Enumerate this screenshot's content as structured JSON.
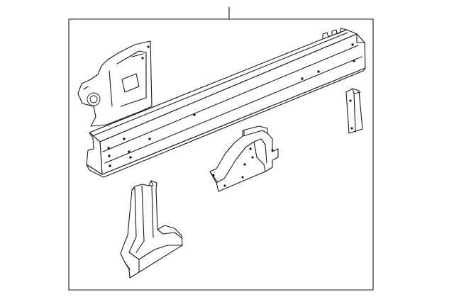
{
  "diagram": {
    "parts": [
      {
        "id": "rocker-rail",
        "icon": "rocker-panel-reinforcement-icon"
      },
      {
        "id": "upper-pillar-bracket",
        "icon": "pillar-bracket-icon"
      },
      {
        "id": "center-bracket",
        "icon": "center-bracket-icon"
      },
      {
        "id": "rear-plate",
        "icon": "small-plate-icon"
      },
      {
        "id": "lower-pillar",
        "icon": "lower-pillar-icon"
      }
    ],
    "colors": {
      "line": "#1a1a1a",
      "background": "#ffffff"
    }
  }
}
